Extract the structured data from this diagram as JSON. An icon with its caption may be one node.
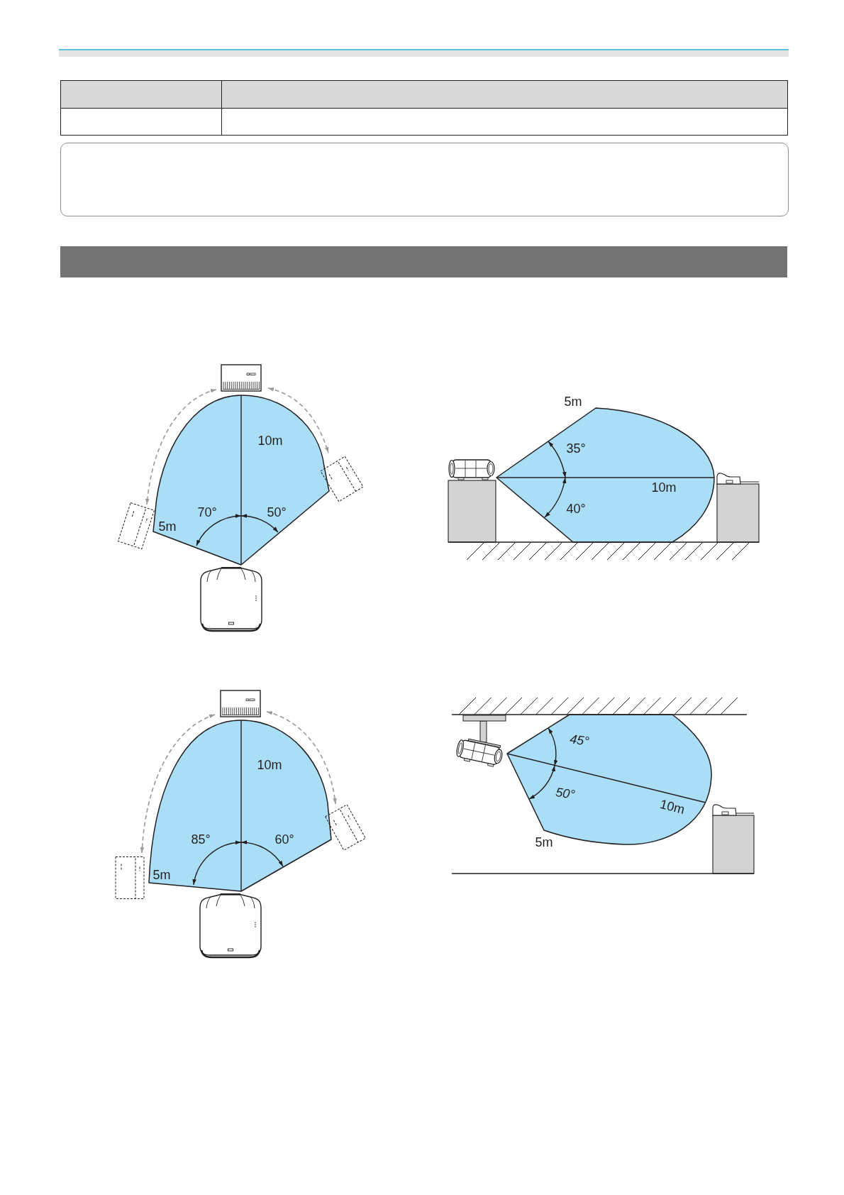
{
  "diagram": {
    "nodes": [
      {
        "text": [],
        "shape": "box"
      },
      {
        "text": [],
        "shape": "bar"
      }
    ],
    "labels": [
      "10m",
      "70°",
      "50°",
      "5m",
      "5m",
      "35°",
      "10m",
      "40°",
      "10m",
      "85°",
      "60°",
      "5m",
      "45°",
      "50°",
      "10m",
      "5m"
    ]
  }
}
